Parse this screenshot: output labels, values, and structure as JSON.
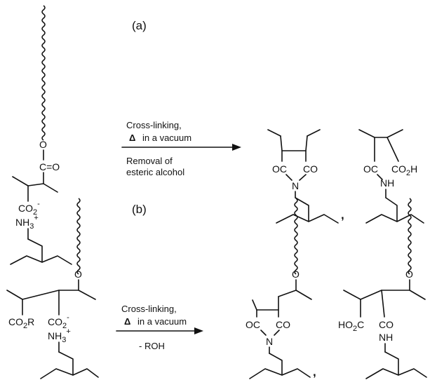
{
  "panels": {
    "a": "(a)",
    "b": "(b)"
  },
  "conditions": {
    "a": {
      "line1": "Cross-linking,",
      "delta": "Δ",
      "line2": "in a vacuum",
      "line3": "Removal of",
      "line4": "esteric alcohol"
    },
    "b": {
      "line1": "Cross-linking,",
      "delta": "Δ",
      "line2": "in a vacuum",
      "line3": "- ROH"
    }
  },
  "labels": {
    "O": "O",
    "CO": "C=O",
    "CO2": "CO",
    "sub2": "2",
    "minus": "-",
    "NH3": "NH",
    "sub3": "3",
    "plus": "+",
    "OC": "OC",
    "N": "N",
    "CO_imide": "CO",
    "CO2H": "CO",
    "H": "H",
    "NH": "NH",
    "CO2R": "CO",
    "R": "R",
    "HO2C_HO": "HO",
    "C": "C",
    "comma": ","
  }
}
